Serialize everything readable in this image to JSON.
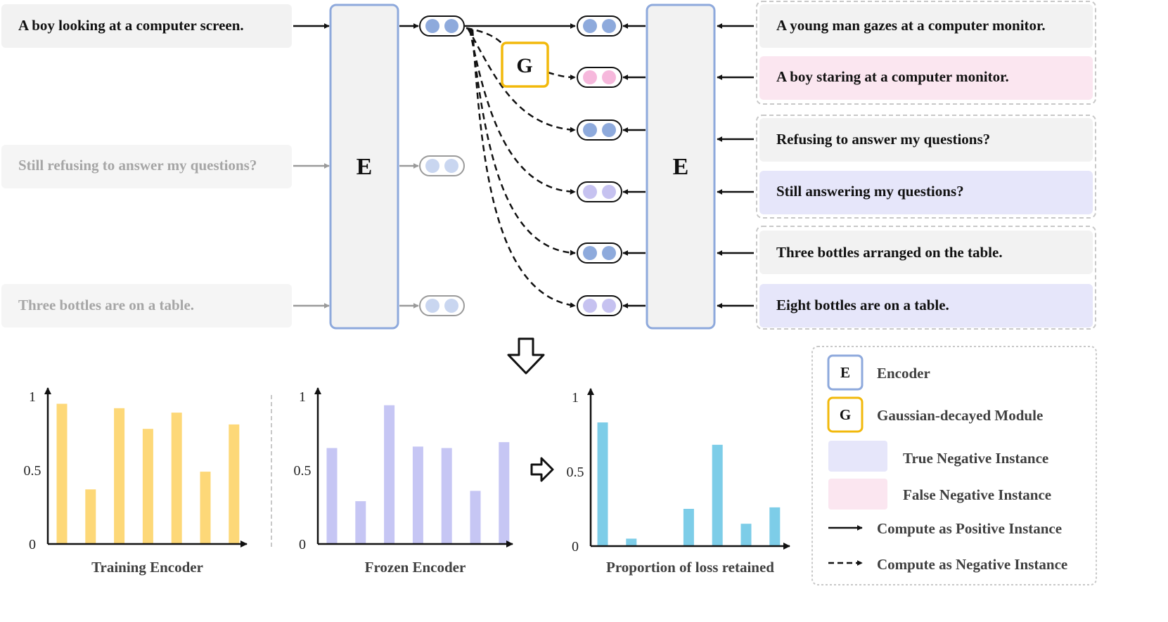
{
  "left_sentences": [
    {
      "text": "A boy looking at a computer screen.",
      "faded": false
    },
    {
      "text": "Still refusing to answer my questions?",
      "faded": true
    },
    {
      "text": "Three bottles are on a table.",
      "faded": true
    }
  ],
  "right_sentences": [
    {
      "text": "A young man gazes at a computer monitor.",
      "role": "positive"
    },
    {
      "text": "A boy staring at a computer monitor.",
      "role": "false-negative"
    },
    {
      "text": "Refusing to answer my questions?",
      "role": "positive"
    },
    {
      "text": "Still answering my questions?",
      "role": "true-negative"
    },
    {
      "text": "Three bottles arranged on the table.",
      "role": "positive"
    },
    {
      "text": "Eight bottles are on a table.",
      "role": "true-negative"
    }
  ],
  "encoder_left_label": "E",
  "encoder_right_label": "E",
  "gaussian_label": "G",
  "colors": {
    "encoder_border": "#8ea9dc",
    "gaussian_border": "#f2b90c",
    "true_negative_bg": "#e6e6fa",
    "false_negative_bg": "#fbe6f0",
    "positive_bg": "#f2f2f2",
    "dot_positive": "#8eaadc",
    "dot_pink": "#f6b8dc",
    "dot_purple": "#c6c2f0",
    "bar_training": "#fdd878",
    "bar_frozen": "#c6c6f4",
    "bar_proportion": "#7dcde8"
  },
  "legend": {
    "encoder_box": "E",
    "encoder": "Encoder",
    "gaussian_box": "G",
    "gaussian": "Gaussian-decayed Module",
    "true_negative": "True Negative Instance",
    "false_negative": "False Negative Instance",
    "positive": "Compute as Positive Instance",
    "negative": "Compute as Negative Instance"
  },
  "chart_data": [
    {
      "type": "bar",
      "title": "Training Encoder",
      "yticks": [
        "0",
        "0.5",
        "1"
      ],
      "ylim": [
        0,
        1
      ],
      "values": [
        0.95,
        0.37,
        0.92,
        0.78,
        0.89,
        0.49,
        0.81
      ],
      "color": "#fdd878"
    },
    {
      "type": "bar",
      "title": "Frozen Encoder",
      "yticks": [
        "0",
        "0.5",
        "1"
      ],
      "ylim": [
        0,
        1
      ],
      "values": [
        0.65,
        0.29,
        0.94,
        0.66,
        0.65,
        0.36,
        0.69
      ],
      "color": "#c6c6f4"
    },
    {
      "type": "bar",
      "title": "Proportion of loss retained",
      "yticks": [
        "0",
        "0.5",
        "1"
      ],
      "ylim": [
        0,
        1
      ],
      "values": [
        0.83,
        0.05,
        0.0,
        0.25,
        0.68,
        0.15,
        0.26
      ],
      "color": "#7dcde8"
    }
  ]
}
